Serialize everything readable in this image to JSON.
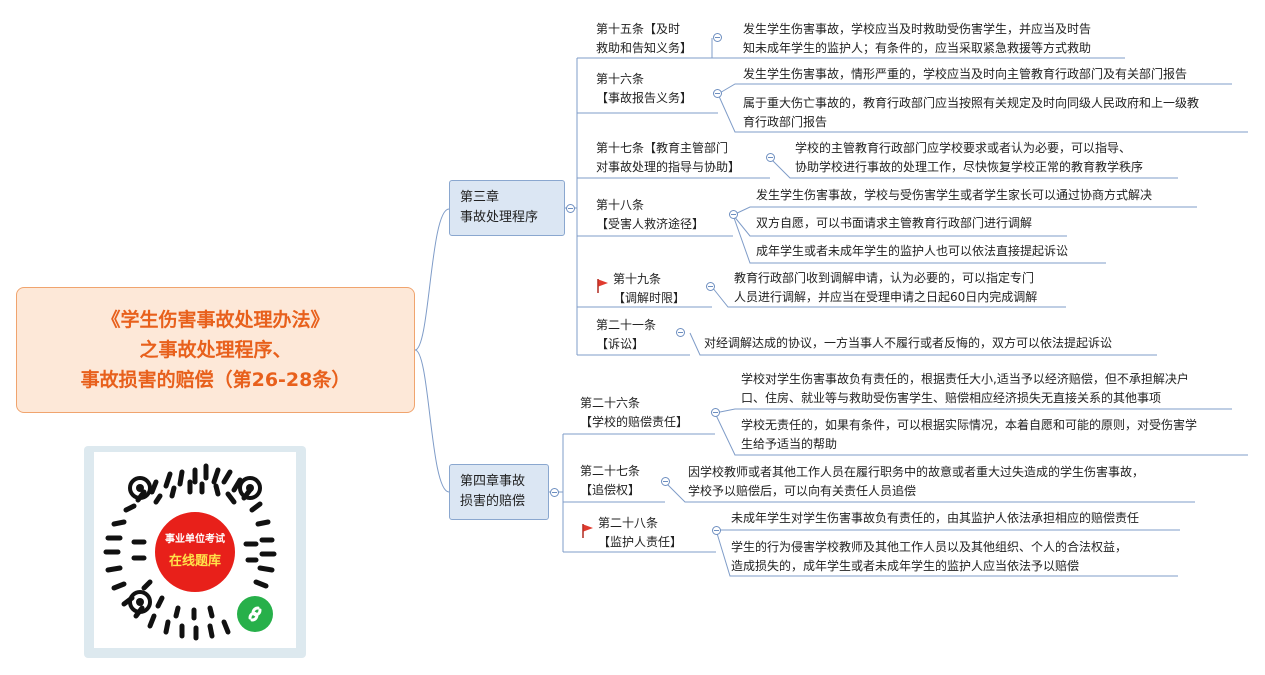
{
  "root": {
    "line1": "《学生伤害事故处理办法》",
    "line2": "之事故处理程序、",
    "line3": "事故损害的赔偿（第26-28条）"
  },
  "branches": {
    "chapter3": {
      "line1": "第三章",
      "line2": "事故处理程序"
    },
    "chapter4": {
      "line1": "第四章事故",
      "line2": "损害的赔偿"
    }
  },
  "articles": {
    "a15": {
      "line1": "第十五条【及时",
      "line2": "救助和告知义务】"
    },
    "a16": {
      "line1": "第十六条",
      "line2": "【事故报告义务】"
    },
    "a17": {
      "line1": "第十七条【教育主管部门",
      "line2": "对事故处理的指导与协助】"
    },
    "a18": {
      "line1": "第十八条",
      "line2": "【受害人救济途径】"
    },
    "a19": {
      "line1": "第十九条",
      "line2": "【调解时限】"
    },
    "a21": {
      "line1": "第二十一条",
      "line2": "【诉讼】"
    },
    "a26": {
      "line1": "第二十六条",
      "line2": "【学校的赔偿责任】"
    },
    "a27": {
      "line1": "第二十七条",
      "line2": "【追偿权】"
    },
    "a28": {
      "line1": "第二十八条",
      "line2": "【监护人责任】"
    }
  },
  "leaves": {
    "l15a": {
      "line1": "发生学生伤害事故，学校应当及时救助受伤害学生，并应当及时告",
      "line2": "知未成年学生的监护人；有条件的，应当采取紧急救援等方式救助"
    },
    "l16a": {
      "line1": "发生学生伤害事故，情形严重的，学校应当及时向主管教育行政部门及有关部门报告"
    },
    "l16b": {
      "line1": "属于重大伤亡事故的，教育行政部门应当按照有关规定及时向同级人民政府和上一级教",
      "line2": "育行政部门报告"
    },
    "l17a": {
      "line1": "学校的主管教育行政部门应学校要求或者认为必要，可以指导、",
      "line2": "协助学校进行事故的处理工作，尽快恢复学校正常的教育教学秩序"
    },
    "l18a": {
      "line1": "发生学生伤害事故，学校与受伤害学生或者学生家长可以通过协商方式解决"
    },
    "l18b": {
      "line1": "双方自愿，可以书面请求主管教育行政部门进行调解"
    },
    "l18c": {
      "line1": "成年学生或者未成年学生的监护人也可以依法直接提起诉讼"
    },
    "l19a": {
      "line1": "教育行政部门收到调解申请，认为必要的，可以指定专门",
      "line2": "人员进行调解，并应当在受理申请之日起60日内完成调解"
    },
    "l21a": {
      "line1": "对经调解达成的协议，一方当事人不履行或者反悔的，双方可以依法提起诉讼"
    },
    "l26a": {
      "line1": "学校对学生伤害事故负有责任的，根据责任大小,适当予以经济赔偿，但不承担解决户",
      "line2": "口、住房、就业等与救助受伤害学生、赔偿相应经济损失无直接关系的其他事项"
    },
    "l26b": {
      "line1": "学校无责任的，如果有条件，可以根据实际情况，本着自愿和可能的原则，对受伤害学",
      "line2": "生给予适当的帮助"
    },
    "l27a": {
      "line1": "因学校教师或者其他工作人员在履行职务中的故意或者重大过失造成的学生伤害事故，",
      "line2": "学校予以赔偿后，可以向有关责任人员追偿"
    },
    "l28a": {
      "line1": "未成年学生对学生伤害事故负有责任的，由其监护人依法承担相应的赔偿责任"
    },
    "l28b": {
      "line1": "学生的行为侵害学校教师及其他工作人员以及其他组织、个人的合法权益，",
      "line2": "造成损失的，成年学生或者未成年学生的监护人应当依法予以赔偿"
    }
  },
  "qr": {
    "line1": "事业单位考试",
    "line2": "在线题库"
  },
  "colors": {
    "root_text": "#e8601c",
    "root_fill": "#fde8d8",
    "branch_fill": "#dbe6f3",
    "line": "#6e8fc0",
    "flag": "#e03a2e",
    "qr_red": "#e8201a",
    "miniprogram_green": "#27b04a"
  },
  "icons": [
    "flag-icon",
    "collapse-icon",
    "qr-code",
    "miniprogram-icon"
  ]
}
